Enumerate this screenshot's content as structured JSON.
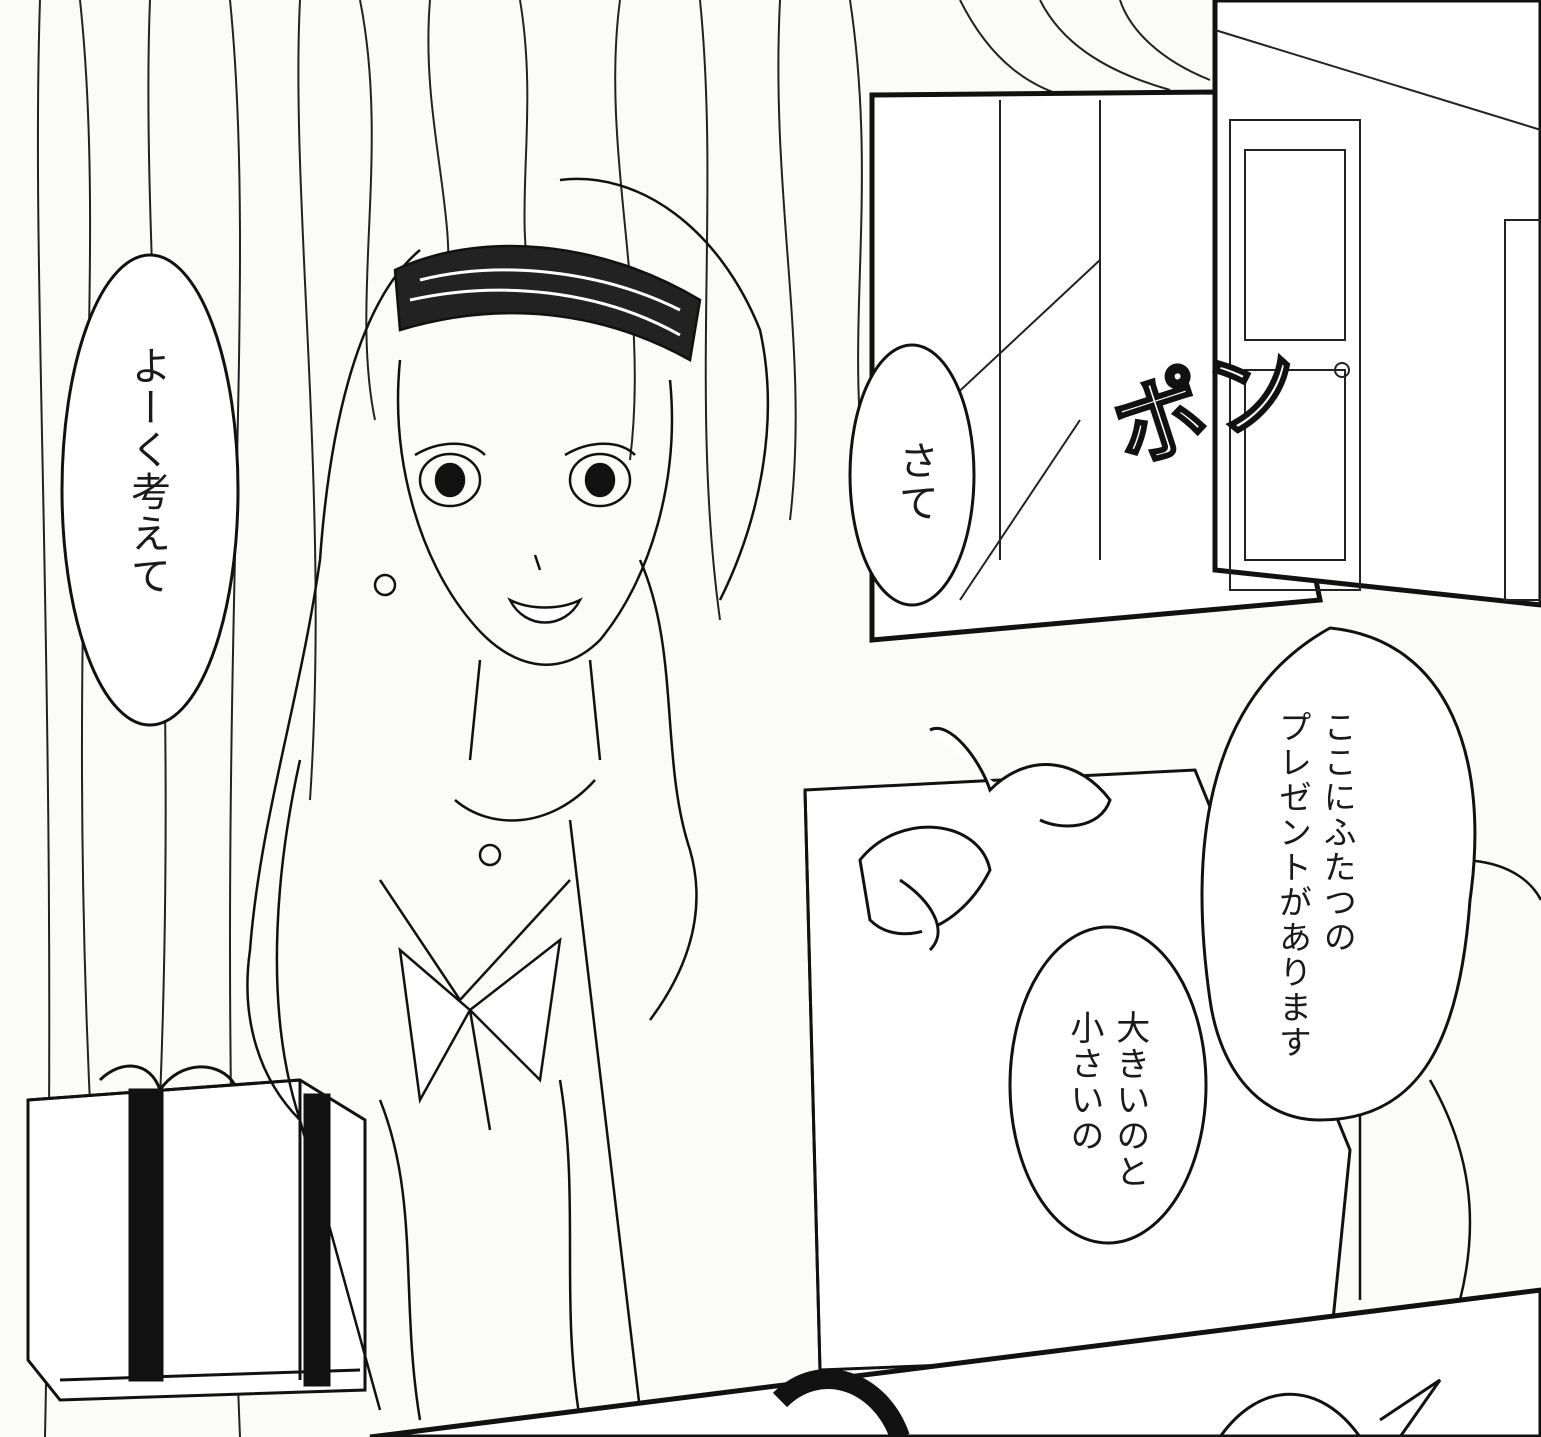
{
  "panels": {
    "main": {
      "bubbles": {
        "think_carefully": "よーく考えて",
        "two_presents": "ここにふたつの\nプレゼントがあります",
        "big_and_small": "大きいのと\n小さいの"
      }
    },
    "door_inset": {
      "bubble_now": "さて",
      "sfx": "ポン"
    }
  },
  "colors": {
    "ink": "#111111",
    "paper": "#fbfbf8"
  }
}
